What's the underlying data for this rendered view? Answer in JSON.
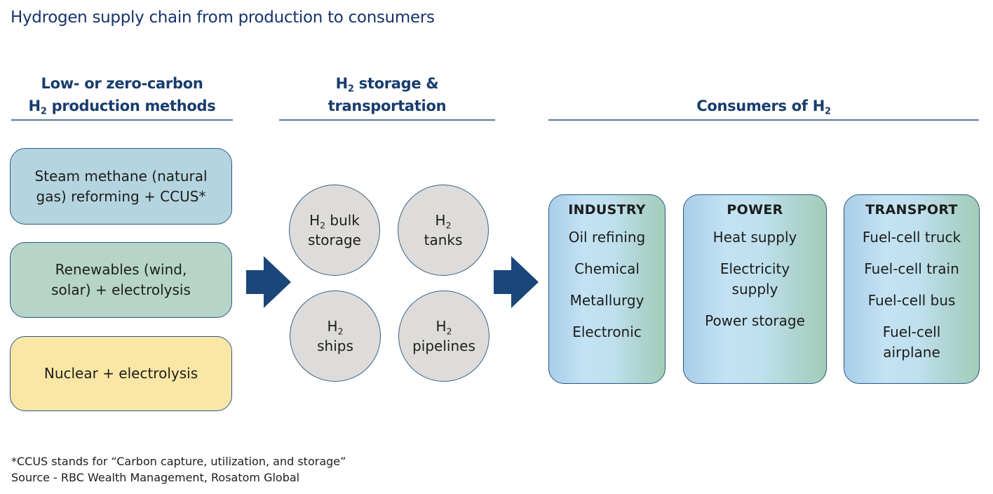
{
  "title": "Hydrogen supply chain from production to consumers",
  "sections": {
    "production": {
      "line1": "Low- or zero-carbon",
      "line2_prefix": "H",
      "line2_sub": "2",
      "line2_suffix": " production methods"
    },
    "storage": {
      "line1_prefix": "H",
      "line1_sub": "2",
      "line1_suffix": " storage &",
      "line2": "transportation"
    },
    "consumers": {
      "prefix": "Consumers of H",
      "sub": "2"
    }
  },
  "production_methods": [
    {
      "label": "Steam methane (natural gas) reforming + CCUS*",
      "color": "#b4d4e0"
    },
    {
      "label": "Renewables (wind, solar) + electrolysis",
      "color": "#b6d5c6"
    },
    {
      "label": "Nuclear + electrolysis",
      "color": "#fae7a5"
    }
  ],
  "storage_transport": [
    {
      "prefix": "H",
      "sub": "2",
      "suffix": " bulk",
      "line2": "storage"
    },
    {
      "prefix": "H",
      "sub": "2",
      "suffix": "",
      "line2": "tanks"
    },
    {
      "prefix": "H",
      "sub": "2",
      "suffix": "",
      "line2": "ships"
    },
    {
      "prefix": "H",
      "sub": "2",
      "suffix": "",
      "line2": "pipelines"
    }
  ],
  "consumer_groups": [
    {
      "title": "INDUSTRY",
      "items": [
        "Oil refining",
        "Chemical",
        "Metallurgy",
        "Electronic"
      ]
    },
    {
      "title": "POWER",
      "items": [
        "Heat supply",
        "Electricity supply",
        "Power storage"
      ]
    },
    {
      "title": "TRANSPORT",
      "items": [
        "Fuel-cell truck",
        "Fuel-cell train",
        "Fuel-cell bus",
        "Fuel-cell airplane"
      ]
    }
  ],
  "arrow_color": "#1b4679",
  "footnotes": {
    "ccus": "*CCUS stands for “Carbon capture, utilization, and storage”",
    "source": "Source - RBC Wealth Management, Rosatom Global"
  }
}
